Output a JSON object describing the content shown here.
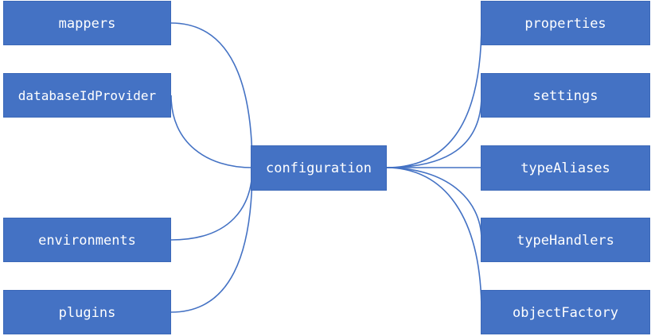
{
  "diagram": {
    "center": "configuration",
    "left_nodes": [
      "mappers",
      "databaseIdProvider",
      "environments",
      "plugins"
    ],
    "right_nodes": [
      "properties",
      "settings",
      "typeAliases",
      "typeHandlers",
      "objectFactory"
    ],
    "colors": {
      "node_fill": "#4472c4",
      "node_text": "#ffffff",
      "connector": "#4472c4"
    }
  }
}
